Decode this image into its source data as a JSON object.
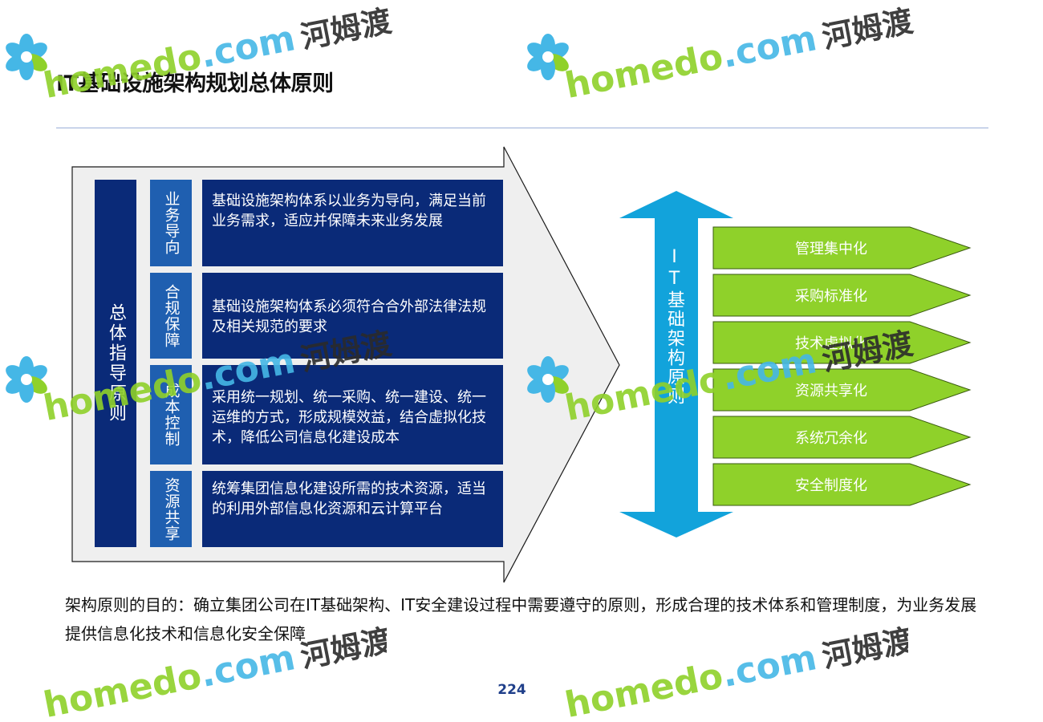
{
  "page": {
    "title": "IT基础设施架构规划总体原则",
    "page_number": "224"
  },
  "left_diagram": {
    "main_label": "总体指导原则",
    "rows": [
      {
        "category": "业务导向",
        "description": "基础设施架构体系以业务为导向，满足当前业务需求，适应并保障未来业务发展"
      },
      {
        "category": "合规保障",
        "description": "基础设施架构体系必须符合合外部法律法规及相关规范的要求"
      },
      {
        "category": "成本控制",
        "description": "采用统一规划、统一采购、统一建设、统一运维的方式，形成规模效益，结合虚拟化技术，降低公司信息化建设成本"
      },
      {
        "category": "资源共享",
        "description": "统筹集团信息化建设所需的技术资源，适当的利用外部信息化资源和云计算平台"
      }
    ]
  },
  "right_diagram": {
    "arrow_label": "IT基础架构原则",
    "principles": [
      "管理集中化",
      "采购标准化",
      "技术虚拟化",
      "资源共享化",
      "系统冗余化",
      "安全制度化"
    ]
  },
  "footer": {
    "text": "架构原则的目的：确立集团公司在IT基础架构、IT安全建设过程中需要遵守的原则，形成合理的技术体系和管理制度，为业务发展提供信息化技术和信息化安全保障"
  },
  "watermark": {
    "latin": "homedo",
    "domain": ".com",
    "chinese": "河姆渡"
  },
  "colors": {
    "dark_navy": "#0a2a78",
    "mid_blue": "#1f5fb0",
    "cyan_arrow": "#12a3db",
    "green_chevron": "#8fd12a",
    "grey_arrow": "#efefef"
  }
}
